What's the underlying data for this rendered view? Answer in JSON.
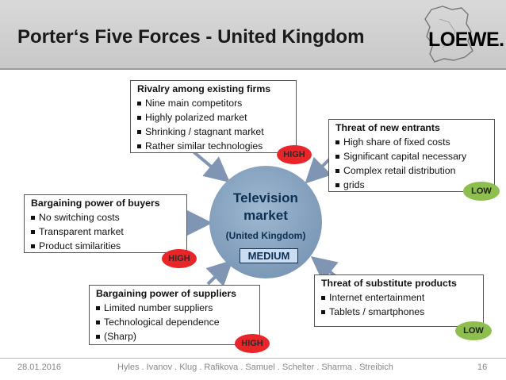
{
  "header": {
    "title": "Porter‘s Five Forces - United Kingdom",
    "logo": "LOEWE."
  },
  "center": {
    "line1": "Television",
    "line2": "market",
    "subtitle": "(United Kingdom)",
    "rating": "MEDIUM"
  },
  "forces": {
    "rivalry": {
      "title": "Rivalry among existing firms",
      "items": [
        "Nine main competitors",
        "Highly polarized market",
        "Shrinking / stagnant market",
        "Rather similar technologies"
      ],
      "rating": "HIGH"
    },
    "new_entrants": {
      "title": "Threat of new entrants",
      "items": [
        "High share of fixed costs",
        "Significant capital necessary",
        "Complex retail distribution",
        "grids"
      ],
      "rating": "LOW"
    },
    "buyers": {
      "title": "Bargaining power of buyers",
      "items": [
        "No switching costs",
        "Transparent market",
        "Product similarities"
      ],
      "rating": "HIGH"
    },
    "suppliers": {
      "title": "Bargaining power of suppliers",
      "items": [
        "Limited number suppliers",
        "Technological dependence",
        "(Sharp)"
      ],
      "rating": "HIGH"
    },
    "substitutes": {
      "title": "Threat of substitute products",
      "items": [
        "Internet entertainment",
        "Tablets / smartphones"
      ],
      "rating": "LOW"
    }
  },
  "footer": {
    "date": "28.01.2016",
    "authors": "Hyles . Ivanov . Klug . Rafikova . Samuel . Schelter . Sharma . Streibich",
    "page": "16"
  },
  "colors": {
    "high": "#e8262a",
    "low": "#8dbe4e",
    "center": "#7d9ab8",
    "arrow": "#7f95b3"
  }
}
